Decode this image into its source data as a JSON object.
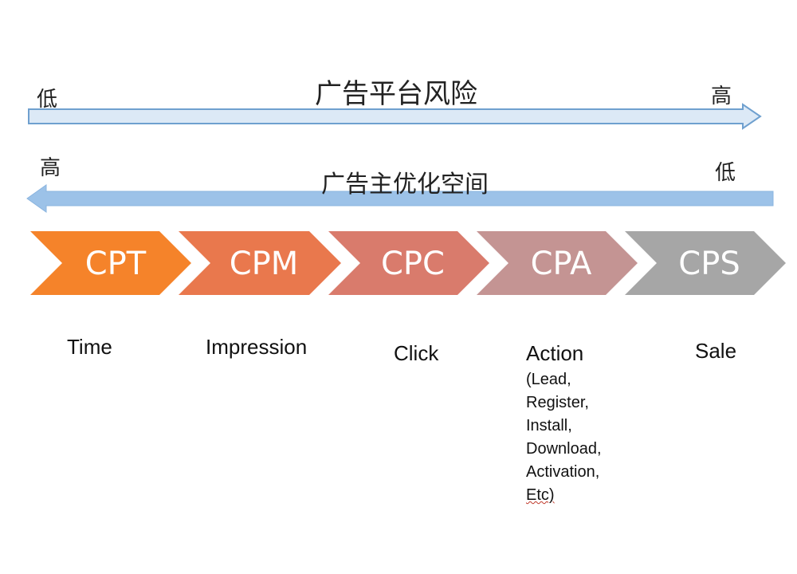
{
  "top_arrow": {
    "title": "广告平台风险",
    "left_label": "低",
    "right_label": "高",
    "color": "#dce9f6",
    "stroke": "#6fa0cf"
  },
  "bottom_arrow": {
    "title": "广告主优化空间",
    "left_label": "高",
    "right_label": "低",
    "color": "#9cc2e8",
    "stroke": "#8ab4df"
  },
  "stages": [
    {
      "code": "CPT",
      "desc": "Time",
      "color": "#f5832a"
    },
    {
      "code": "CPM",
      "desc": "Impression",
      "color": "#e9784d"
    },
    {
      "code": "CPC",
      "desc": "Click",
      "color": "#d97b6c"
    },
    {
      "code": "CPA",
      "desc": "Action",
      "color": "#c49493"
    },
    {
      "code": "CPS",
      "desc": "Sale",
      "color": "#a6a6a6"
    }
  ],
  "action_details": [
    "(Lead,",
    "Register,",
    "Install,",
    "Download,",
    "Activation,",
    "Etc)"
  ]
}
